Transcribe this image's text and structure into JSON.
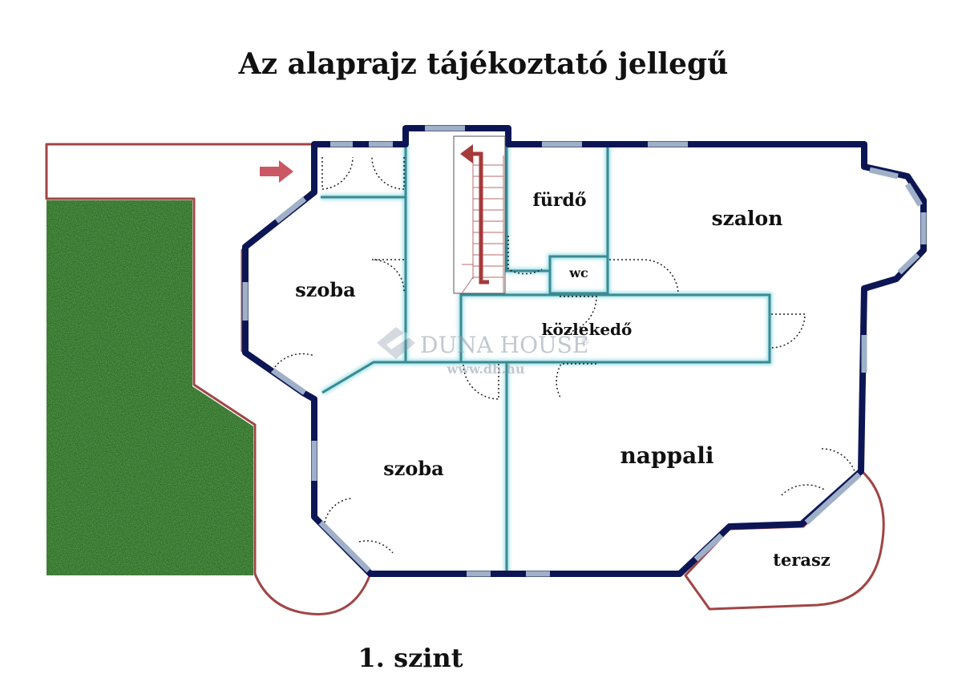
{
  "title": "Az alaprajz tájékoztató jellegű",
  "level_label": "1. szint",
  "rooms": {
    "furdo": "fürdő",
    "szalon": "szalon",
    "wc": "wc",
    "szoba_top": "szoba",
    "kozlekedo": "közlekedő",
    "szoba_bottom": "szoba",
    "nappali": "nappali",
    "terasz": "terasz"
  },
  "watermark": {
    "brand": "DUNA HOUSE",
    "reg": "®",
    "url": "www.dh.hu"
  },
  "colors": {
    "wall": "#0d1655",
    "window": "#9fb0c8",
    "partition": "#3a8a93",
    "outline": "#a04545",
    "garden": "#2e6d26",
    "arrow": "#c23a4a"
  },
  "icons": {
    "entrance": "entrance-arrow-icon",
    "stairs": "stairs-icon",
    "watermark": "duna-house-logo-icon"
  }
}
